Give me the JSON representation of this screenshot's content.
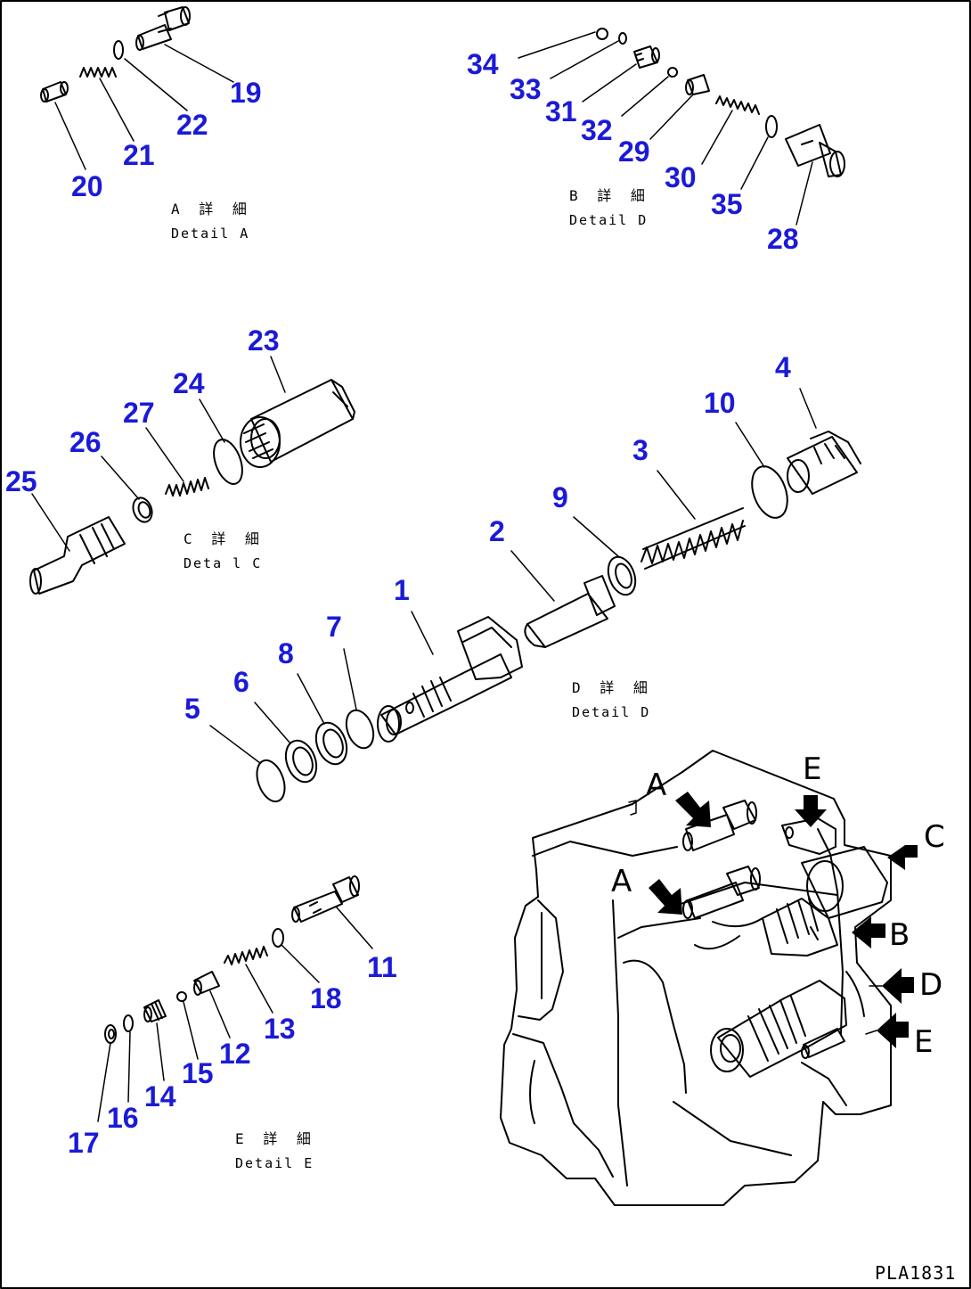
{
  "callouts": {
    "n1": "1",
    "n2": "2",
    "n3": "3",
    "n4": "4",
    "n5": "5",
    "n6": "6",
    "n7": "7",
    "n8": "8",
    "n9": "9",
    "n10": "10",
    "n11": "11",
    "n12": "12",
    "n13": "13",
    "n14": "14",
    "n15": "15",
    "n16": "16",
    "n17": "17",
    "n18": "18",
    "n19": "19",
    "n20": "20",
    "n21": "21",
    "n22": "22",
    "n23": "23",
    "n24": "24",
    "n25": "25",
    "n26": "26",
    "n27": "27",
    "n28": "28",
    "n29": "29",
    "n30": "30",
    "n31": "31",
    "n32": "32",
    "n33": "33",
    "n34": "34",
    "n35": "35"
  },
  "captions": {
    "a_jp": "A 詳 細",
    "a_en": "Detail A",
    "b_jp": "B 詳 細",
    "b_en": "Detail D",
    "c_jp": "C 詳 細",
    "c_en": "Deta l C",
    "d_jp": "D 詳 細",
    "d_en": "Detail D",
    "e_jp": "E 詳 細",
    "e_en": "Detail E"
  },
  "view_letters": {
    "a_top": "A",
    "a_mid": "A",
    "e_top": "E",
    "c": "C",
    "b": "B",
    "d": "D",
    "e_bottom": "E"
  },
  "drawing_code": "PLA1831",
  "colors": {
    "callout": "#1a1ad8",
    "line": "#000000"
  }
}
